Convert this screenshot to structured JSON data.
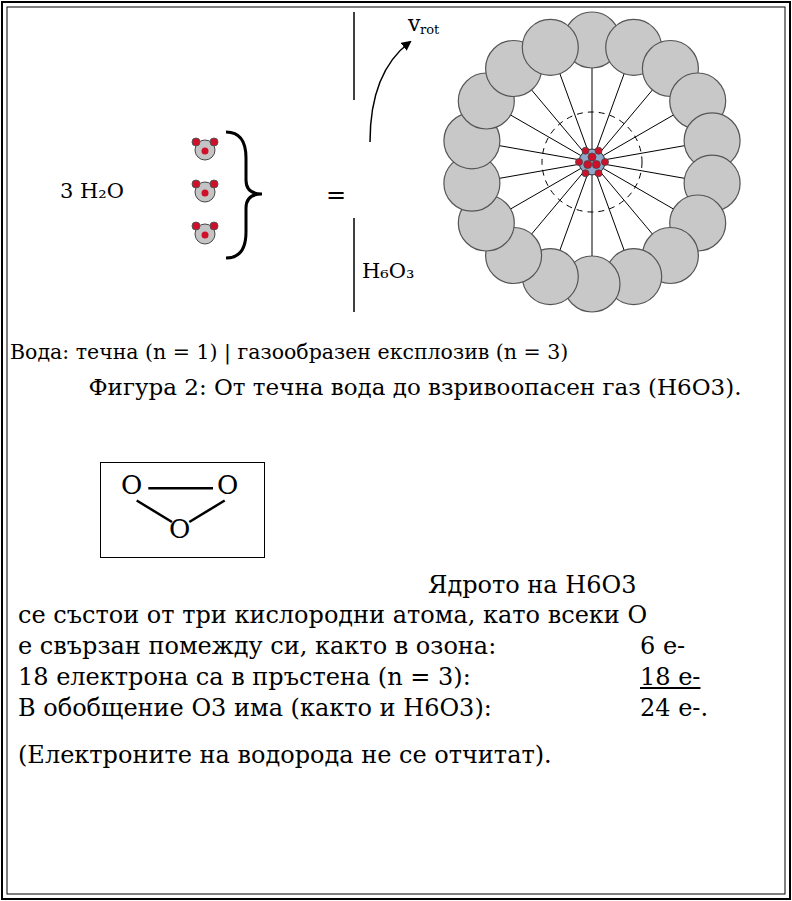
{
  "diagram": {
    "caption": "Фигура 2: От течна вода до взривоопасен газ (H6O3).",
    "nodes": [
      {
        "text": [
          "O",
          "O",
          "O"
        ]
      }
    ],
    "labels": [
      "3 H₂O",
      "=",
      "v",
      "rot",
      "H₆O₃",
      "Вода: течна (n = 1) | газообразен експлозив (n = 3)",
      "Ядрото на H6O3",
      "се състои от три кислородни атома, като всеки O",
      "е свързан помежду си, както в озона:",
      "6 e-",
      "18 електрона са в пръстена (n = 3):",
      "18 e-",
      "В обобщение O3 има (както и H6O3):",
      "24 e-.",
      "(Електроните на водорода не се отчитат)."
    ]
  }
}
